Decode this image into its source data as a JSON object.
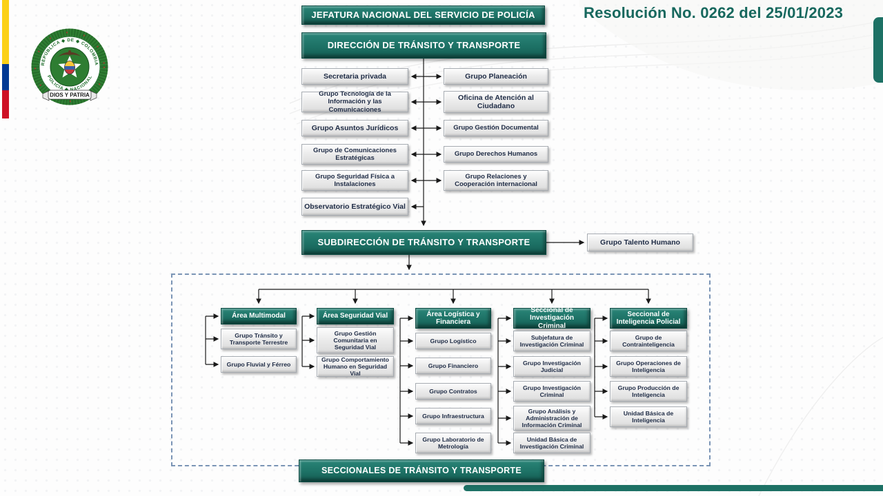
{
  "resolution": "Resolución No. 0262 del 25/01/2023",
  "logo": {
    "top_arc": "REPÚBLICA ◆ DE ◆ COLOMBIA",
    "bottom_arc": "POLICÍA ◆ NACIONAL",
    "banner": "DIOS Y PATRIA"
  },
  "top": {
    "jefatura": "JEFATURA NACIONAL DEL SERVICIO DE POLICÍA",
    "direccion": "DIRECCIÓN DE TRÁNSITO Y TRANSPORTE"
  },
  "staff_left": [
    "Secretaria privada",
    "Grupo Tecnología de la Información y las Comunicaciones",
    "Grupo Asuntos Jurídicos",
    "Grupo de Comunicaciones Estratégicas",
    "Grupo Seguridad Física a Instalaciones",
    "Observatorio Estratégico  Vial"
  ],
  "staff_right": [
    "Grupo Planeación",
    "Oficina de Atención al Ciudadano",
    "Grupo Gestión Documental",
    "Grupo Derechos Humanos",
    "Grupo Relaciones y Cooperación internacional"
  ],
  "subdireccion": {
    "label": "SUBDIRECCIÓN DE TRÁNSITO Y TRANSPORTE",
    "aside": "Grupo Talento Humano"
  },
  "columns": [
    {
      "header": "Área Multimodal",
      "children": [
        "Grupo Tránsito y Transporte Terrestre",
        "Grupo Fluvial y Férreo"
      ]
    },
    {
      "header": "Área Seguridad Vial",
      "children": [
        "Grupo Gestión Comunitaria en Seguridad Vial",
        "Grupo Comportamiento Humano en Seguridad Vial"
      ]
    },
    {
      "header": "Área Logística y Financiera",
      "children": [
        "Grupo Logístico",
        "Grupo Financiero",
        "Grupo Contratos",
        "Grupo Infraestructura",
        "Grupo Laboratorio de Metrología"
      ]
    },
    {
      "header": "Seccional de Investigación Criminal",
      "children": [
        "Subjefatura de Investigación Criminal",
        "Grupo Investigación Judicial",
        "Grupo Investigación Criminal",
        "Grupo Análisis y Administración de Información Criminal",
        "Unidad Básica de Investigación Criminal"
      ]
    },
    {
      "header": "Seccional de Inteligencia Policial",
      "children": [
        "Grupo de Contrainteligencia",
        "Grupo Operaciones de Inteligencia",
        "Grupo Producción de Inteligencia",
        "Unidad Básica de Inteligencia"
      ]
    }
  ],
  "seccionales": "SECCIONALES DE TRÁNSITO Y TRANSPORTE",
  "colors": {
    "teal": "#1d7165",
    "teal_dark": "#0b4a42",
    "text_dark": "#1e2b45",
    "dashed_border": "#7a94b5",
    "flag_yellow": "#fcd116",
    "flag_blue": "#003893",
    "flag_red": "#ce1126"
  }
}
